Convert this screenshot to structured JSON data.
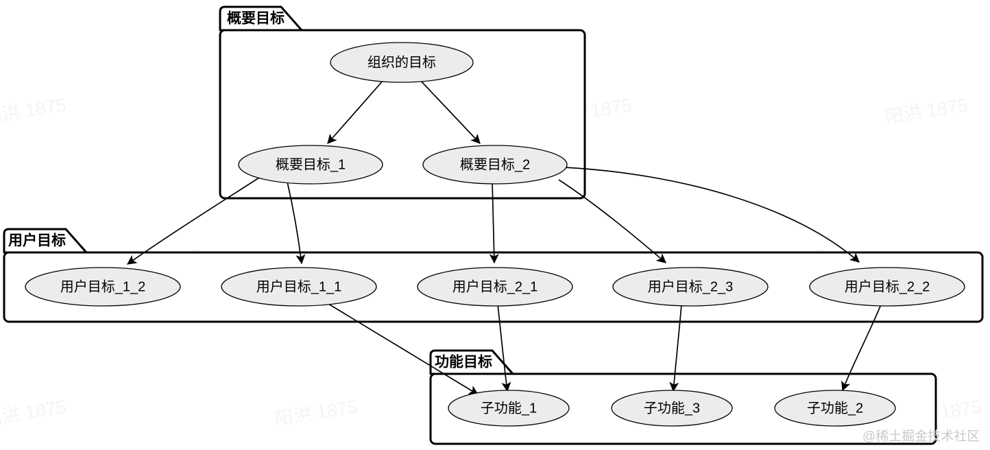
{
  "diagram": {
    "type": "hierarchy-graph",
    "background_color": "#ffffff",
    "node_fill_color": "#ececec",
    "node_stroke_color": "#000000",
    "cluster_stroke_color": "#000000",
    "clusters": [
      {
        "id": "outline",
        "label": "概要目标"
      },
      {
        "id": "user",
        "label": "用户目标"
      },
      {
        "id": "feature",
        "label": "功能目标"
      }
    ],
    "nodes": [
      {
        "id": "org",
        "label": "组织的目标",
        "cluster": "outline"
      },
      {
        "id": "o1",
        "label": "概要目标_1",
        "cluster": "outline"
      },
      {
        "id": "o2",
        "label": "概要目标_2",
        "cluster": "outline"
      },
      {
        "id": "u12",
        "label": "用户目标_1_2",
        "cluster": "user"
      },
      {
        "id": "u11",
        "label": "用户目标_1_1",
        "cluster": "user"
      },
      {
        "id": "u21",
        "label": "用户目标_2_1",
        "cluster": "user"
      },
      {
        "id": "u23",
        "label": "用户目标_2_3",
        "cluster": "user"
      },
      {
        "id": "u22",
        "label": "用户目标_2_2",
        "cluster": "user"
      },
      {
        "id": "f1",
        "label": "子功能_1",
        "cluster": "feature"
      },
      {
        "id": "f3",
        "label": "子功能_3",
        "cluster": "feature"
      },
      {
        "id": "f2",
        "label": "子功能_2",
        "cluster": "feature"
      }
    ],
    "edges": [
      {
        "from": "org",
        "to": "o1"
      },
      {
        "from": "org",
        "to": "o2"
      },
      {
        "from": "o1",
        "to": "u12"
      },
      {
        "from": "o1",
        "to": "u11"
      },
      {
        "from": "o2",
        "to": "u21"
      },
      {
        "from": "o2",
        "to": "u23"
      },
      {
        "from": "o2",
        "to": "u22"
      },
      {
        "from": "u11",
        "to": "f1"
      },
      {
        "from": "u21",
        "to": "f1"
      },
      {
        "from": "u23",
        "to": "f3"
      },
      {
        "from": "u22",
        "to": "f2"
      }
    ]
  },
  "watermarks": {
    "tiled_text": "阳洪 1875",
    "credit_text": "@稀土掘金技术社区"
  }
}
